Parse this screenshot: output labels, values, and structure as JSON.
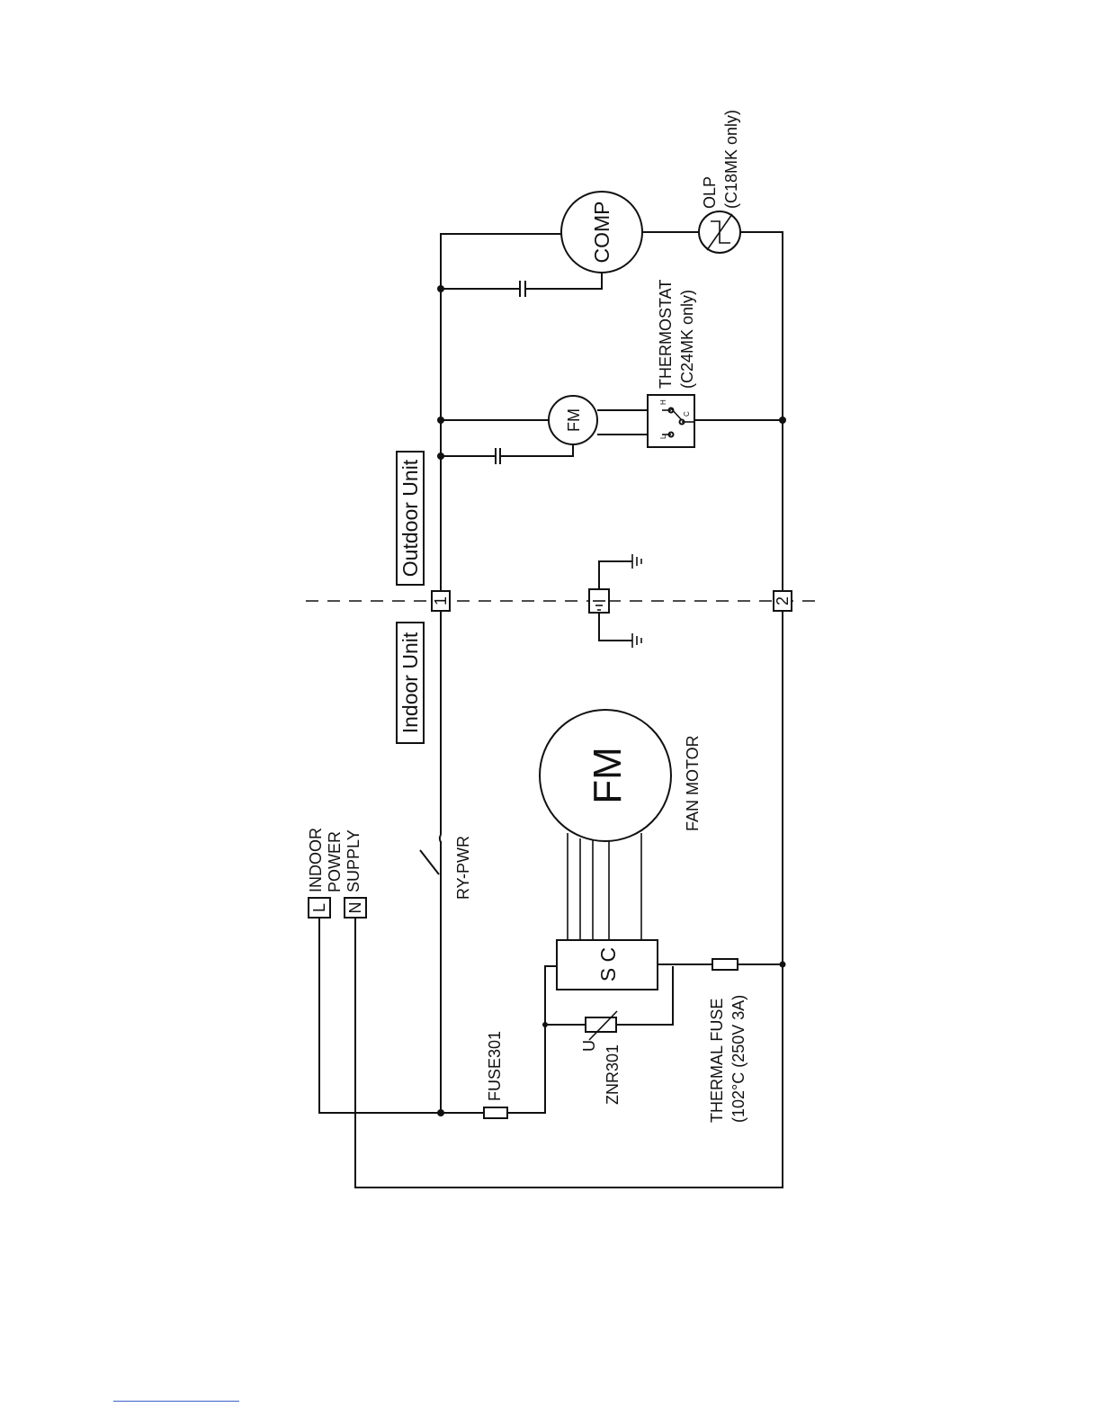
{
  "terminals": {
    "l": "L",
    "n": "N"
  },
  "power_supply": [
    "INDOOR",
    "POWER",
    "SUPPLY"
  ],
  "units": {
    "indoor": "Indoor Unit",
    "outdoor": "Outdoor Unit"
  },
  "connectors": {
    "one": "1",
    "two": "2"
  },
  "relay": "RY-PWR",
  "fuse": "FUSE301",
  "varistor": {
    "name": "ZNR301",
    "symbol": "U"
  },
  "thermal_fuse": [
    "THERMAL FUSE",
    "(102°C (250V 3A)"
  ],
  "indoor_motor": {
    "symbol": "FM",
    "label": "FAN MOTOR"
  },
  "sc_block": "S C",
  "outdoor_motor": "FM",
  "thermostat": {
    "title": "THERMOSTAT",
    "note": "(C24MK only)",
    "pin_l": "L",
    "pin_h": "H",
    "pin_c": "C"
  },
  "compressor": "COMP",
  "olp": {
    "title": "OLP",
    "note": "(C18MK only)"
  },
  "colors": {
    "line": "#111111",
    "footer_rule": "#3a62c8"
  }
}
